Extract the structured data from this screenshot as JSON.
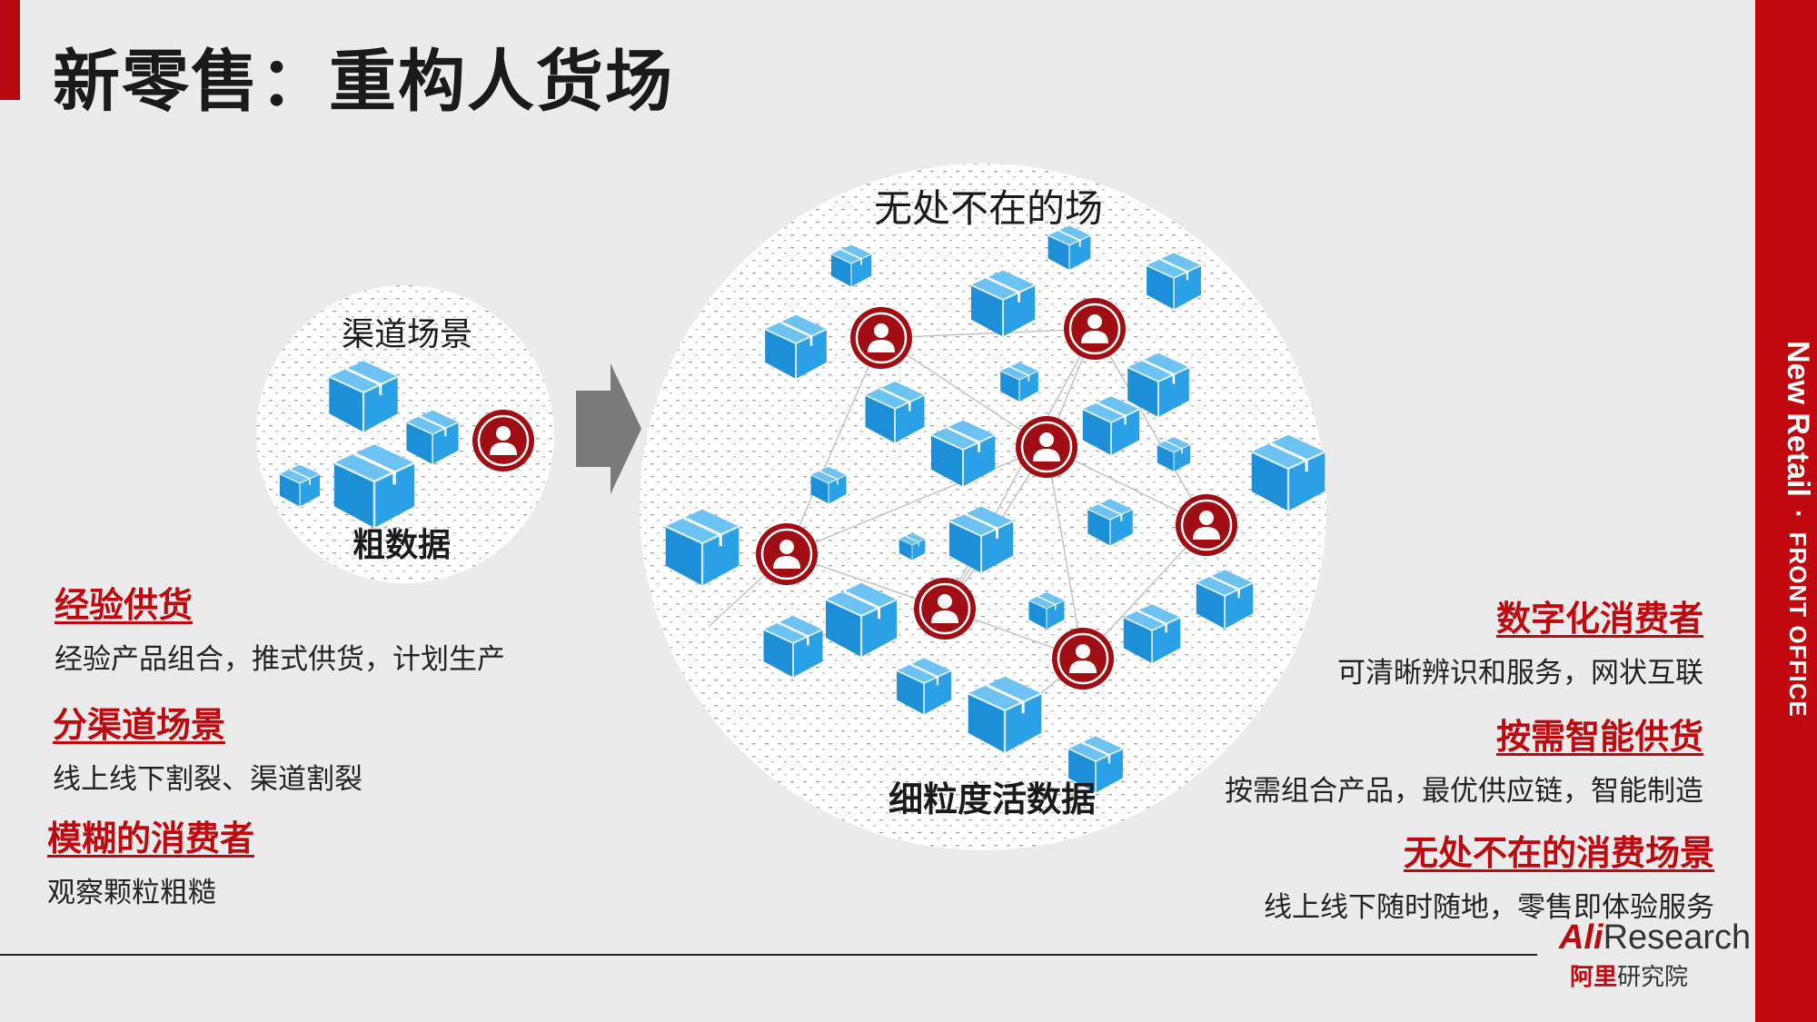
{
  "title": "新零售：重构人货场",
  "side_band": {
    "main": "New Retail",
    "separator": "·",
    "sub": "FRONT OFFICE"
  },
  "small_circle": {
    "top_label": "渠道场景",
    "bottom_label": "粗数据"
  },
  "big_circle": {
    "top_label": "无处不在的场",
    "bottom_label": "细粒度活数据"
  },
  "left_items": [
    {
      "heading": "经验供货",
      "desc": "经验产品组合，推式供货，计划生产"
    },
    {
      "heading": "分渠道场景",
      "desc": "线上线下割裂、渠道割裂"
    },
    {
      "heading": "模糊的消费者",
      "desc": "观察颗粒粗糙"
    }
  ],
  "right_items": [
    {
      "heading": "数字化消费者",
      "desc": "可清晰辨识和服务，网状互联"
    },
    {
      "heading": "按需智能供货",
      "desc": "按需组合产品，最优供应链，智能制造"
    },
    {
      "heading": "无处不在的消费场景",
      "desc": "线上线下随时随地，零售即体验服务"
    }
  ],
  "logo": {
    "ali": "Ali",
    "research": "Research",
    "cn_red": "阿里",
    "cn_rest": "研究院"
  },
  "icons": {
    "box": "box-icon",
    "person": "person-icon",
    "arrow": "right-arrow-icon"
  },
  "colors": {
    "accent_red": "#c0080f",
    "person_red": "#a00d12",
    "box_blue": "#1f94dc",
    "background": "#ebebeb"
  }
}
